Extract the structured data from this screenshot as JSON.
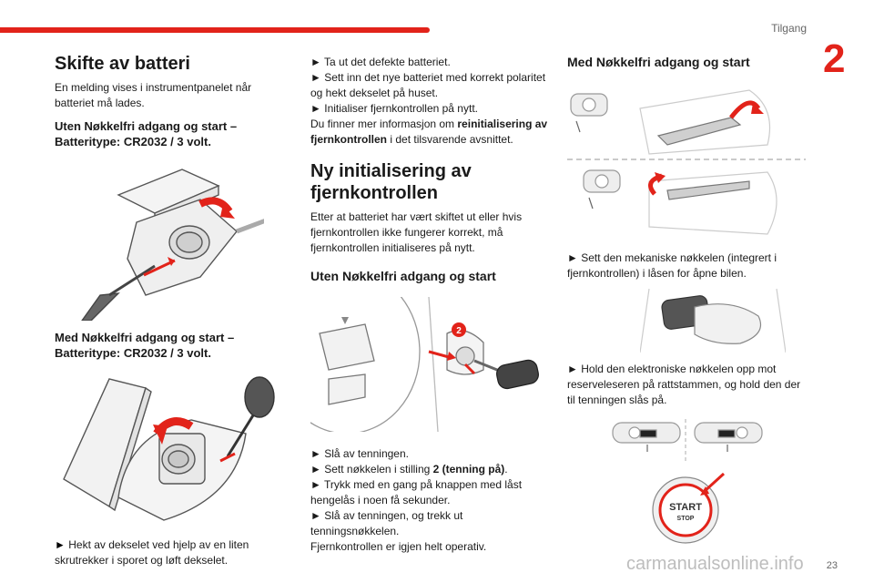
{
  "header": {
    "section_label": "Tilgang",
    "chapter_number": "2",
    "accent_color": "#e2231a"
  },
  "footer": {
    "page_number": "23",
    "watermark": "carmanualsonline.info"
  },
  "col1": {
    "title": "Skifte av batteri",
    "intro": "En melding vises i instrumentpanelet når batteriet må lades.",
    "h_without": "Uten Nøkkelfri adgang og start – Batteritype: CR2032 / 3 volt.",
    "h_with": "Med Nøkkelfri adgang og start – Batteritype: CR2032 / 3 volt.",
    "step_cover": "Hekt av dekselet ved hjelp av en liten skrutrekker i sporet og løft dekselet."
  },
  "col2": {
    "step_remove": "Ta ut det defekte batteriet.",
    "step_insert": "Sett inn det nye batteriet med korrekt polaritet og hekt dekselet på huset.",
    "step_init": "Initialiser fjernkontrollen på nytt.",
    "info_prefix": "Du finner mer informasjon om ",
    "info_bold": "reinitialisering av fjernkontrollen",
    "info_suffix": " i det tilsvarende avsnittet.",
    "h_reinit": "Ny initialisering av fjernkontrollen",
    "reinit_text": "Etter at batteriet har vært skiftet ut eller hvis fjernkontrollen ikke fungerer korrekt, må fjernkontrollen initialiseres på nytt.",
    "h_without_keyless": "Uten Nøkkelfri adgang og start",
    "badge": "2",
    "step_ign_off": "Slå av tenningen.",
    "step_key_prefix": "Sett nøkkelen i stilling ",
    "step_key_bold": "2 (tenning på)",
    "step_key_suffix": ".",
    "step_press": "Trykk med en gang på knappen med låst hengelås i noen få sekunder.",
    "step_remove_key": "Slå av tenningen, og trekk ut tenningsnøkkelen.",
    "final": "Fjernkontrollen er igjen helt operativ."
  },
  "col3": {
    "h_with_keyless": "Med Nøkkelfri adgang og start",
    "step_mech_key": "Sett den mekaniske nøkkelen (integrert i fjernkontrollen) i låsen for åpne bilen.",
    "step_hold": "Hold den elektroniske nøkkelen opp mot reserveleseren på rattstammen, og hold den der til tenningen slås på.",
    "start_label": "START",
    "stop_label": "STOP"
  },
  "bullet": "►"
}
